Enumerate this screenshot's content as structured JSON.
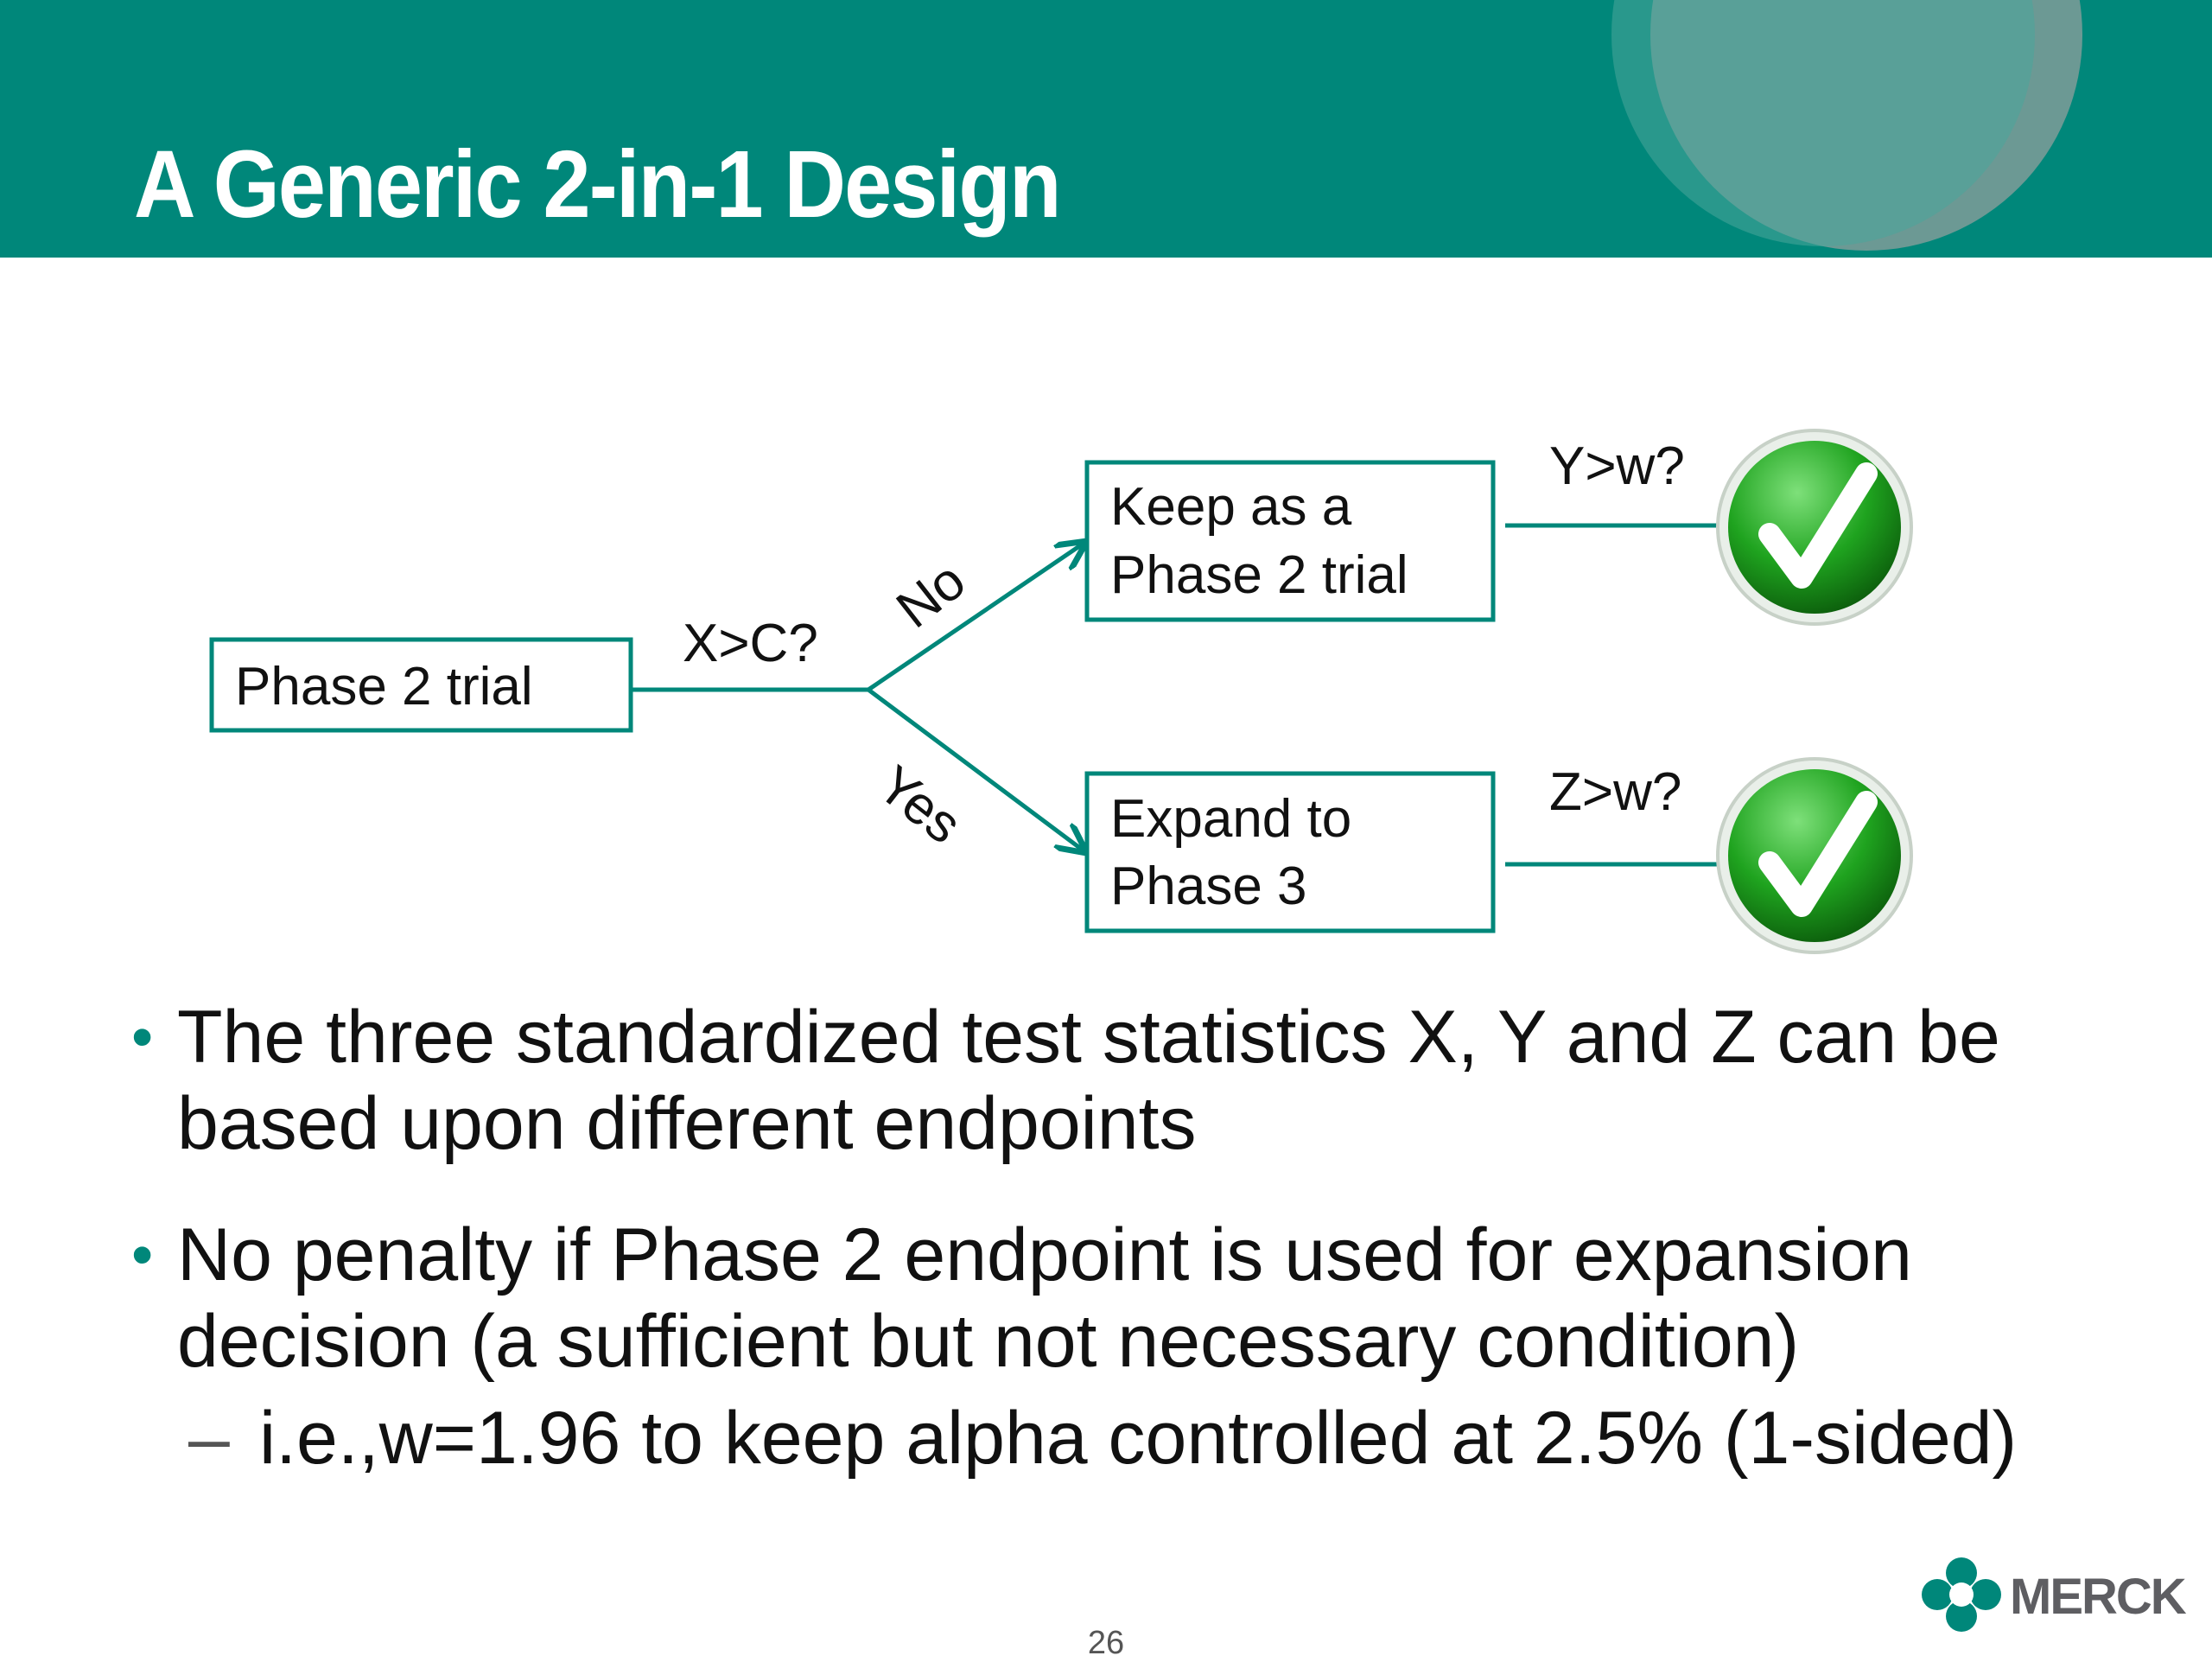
{
  "slide": {
    "title": "A Generic 2-in-1 Design",
    "page_number": "26",
    "logo_text": "MERCK"
  },
  "diagram": {
    "start_box": "Phase 2 trial",
    "decision_label": "X>C?",
    "branch_no": "No",
    "branch_yes": "Yes",
    "upper_box": [
      "Keep as a",
      "Phase 2 trial"
    ],
    "lower_box": [
      "Expand to",
      "Phase 3"
    ],
    "upper_test": "Y>w?",
    "lower_test": "Z>w?"
  },
  "bullets": [
    {
      "line1": "The three standardized test statistics X, Y and Z can be",
      "line2": "based upon different endpoints"
    },
    {
      "line1": "No penalty if Phase 2 endpoint is used for expansion",
      "line2": "decision (a sufficient but not necessary condition)"
    }
  ],
  "sub_bullet": {
    "dash": "–",
    "text": "i.e.,w=1.96 to keep alpha controlled at 2.5% (1-sided)"
  },
  "colors": {
    "brand_teal": "#00877a",
    "check_green": "#1fa31f"
  }
}
